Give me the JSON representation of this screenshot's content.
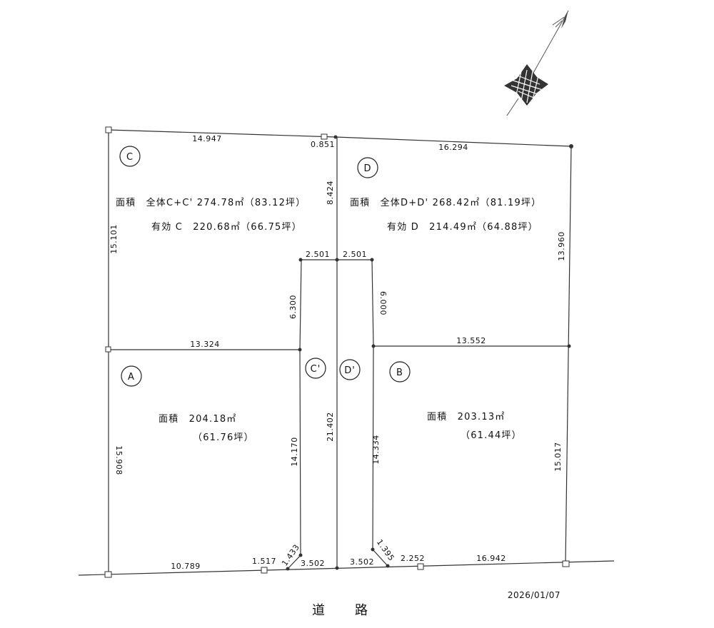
{
  "lots": {
    "C": {
      "label": "C",
      "area_line1": "面積　全体C+C' 274.78㎡（83.12坪）",
      "area_line2": "有効 C　220.68㎡（66.75坪）"
    },
    "D": {
      "label": "D",
      "area_line1": "面積　全体D+D' 268.42㎡（81.19坪）",
      "area_line2": "有効 D　214.49㎡（64.88坪）"
    },
    "A": {
      "label": "A",
      "area_line1": "面積　204.18㎡",
      "area_line2": "（61.76坪）"
    },
    "B": {
      "label": "B",
      "area_line1": "面積　203.13㎡",
      "area_line2": "（61.44坪）"
    },
    "Cp": {
      "label": "C'"
    },
    "Dp": {
      "label": "D'"
    }
  },
  "dimensions": {
    "top_left": "14.947",
    "top_gap": "0.851",
    "top_right": "16.294",
    "left_upper": "15.101",
    "left_lower": "15.908",
    "right_upper": "13.960",
    "right_lower": "15.017",
    "center_vertical_upper": "8.424",
    "center_vertical_lower": "21.402",
    "stub_left_width": "2.501",
    "stub_right_width": "2.501",
    "stub_left_height": "6.300",
    "stub_right_height": "6.000",
    "divider_left": "13.324",
    "divider_right": "13.552",
    "flag_left_pole": "14.170",
    "flag_right_pole": "14.334",
    "bottom_left": "10.789",
    "bottom_corner_left": "1.517",
    "chamfer_left": "1.433",
    "bottom_center_left": "3.502",
    "bottom_center_right": "3.502",
    "chamfer_right": "1.395",
    "bottom_corner_right": "2.252",
    "bottom_right": "16.942"
  },
  "footer": {
    "road_label": "道　路",
    "date": "2026/01/07"
  },
  "icons": {
    "compass": "north-arrow-icon"
  }
}
